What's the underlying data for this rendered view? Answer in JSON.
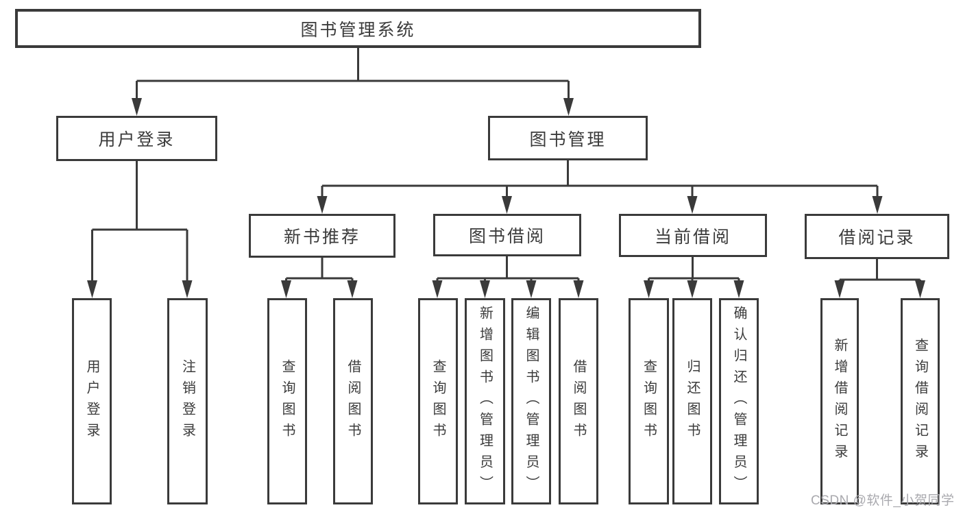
{
  "diagram": {
    "title": "图书管理系统",
    "root": "图书管理系统",
    "level2": [
      "用户登录",
      "图书管理"
    ],
    "level3": [
      "新书推荐",
      "图书借阅",
      "当前借阅",
      "借阅记录"
    ],
    "leaves": [
      "用户登录",
      "注销登录",
      "查询图书",
      "借阅图书",
      "查询图书",
      "新增图书（管理员）",
      "编辑图书（管理员）",
      "借阅图书",
      "查询图书",
      "归还图书",
      "确认归还（管理员）",
      "新增借阅记录",
      "查询借阅记录"
    ],
    "colors": {
      "line": "#3a3a3a",
      "text": "#3b3b3b",
      "box_background": "#ffffff",
      "watermark": "#a9a9ae"
    }
  },
  "watermark": {
    "text": "CSDN @软件_小贺同学"
  }
}
